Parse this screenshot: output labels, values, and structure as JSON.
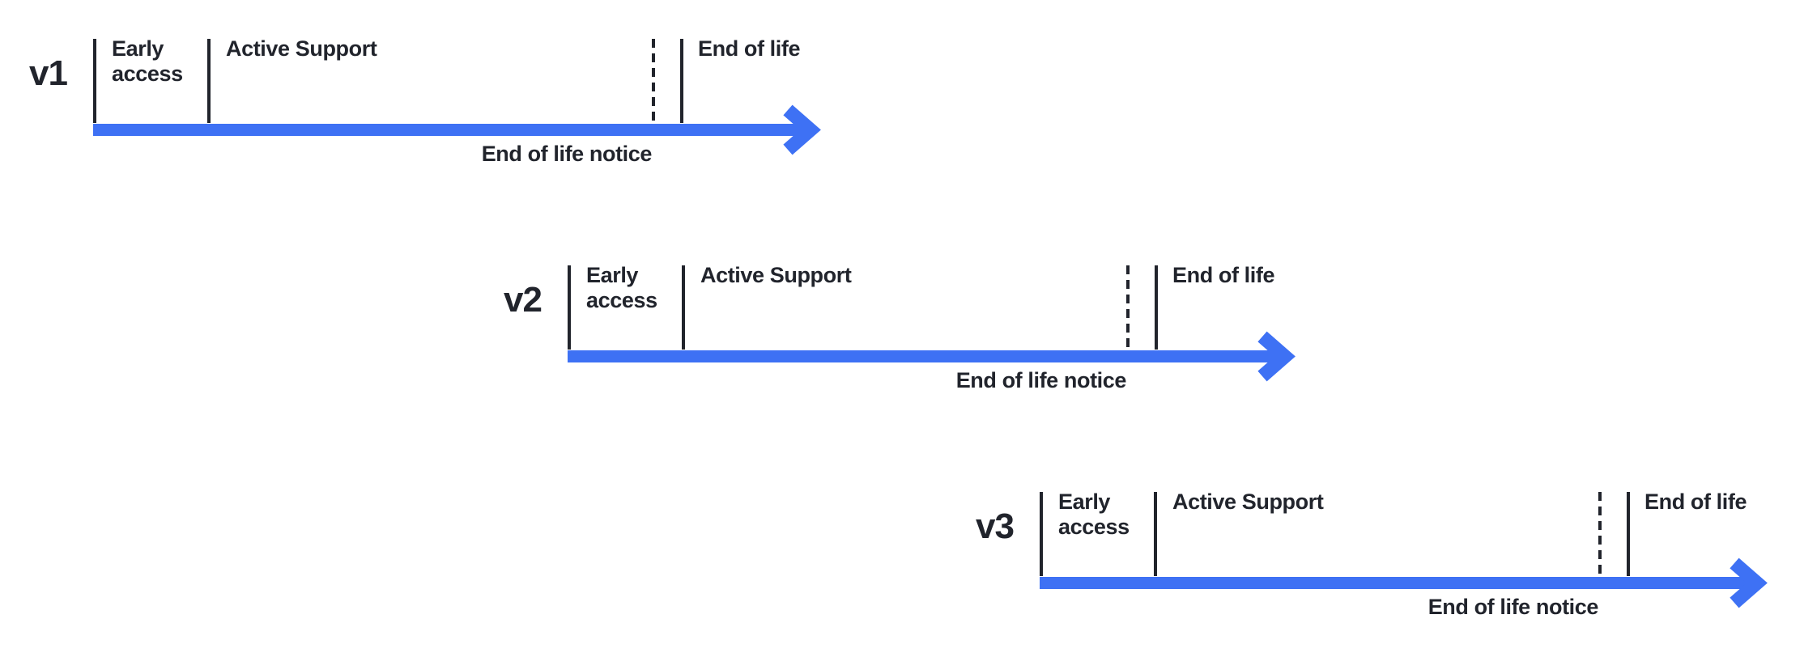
{
  "colors": {
    "arrow": "#3E71F4",
    "ink": "#21242C"
  },
  "timelines": [
    {
      "version": "v1",
      "early_access": "Early access",
      "active_support": "Active Support",
      "end_of_life": "End of life",
      "end_of_life_notice": "End of life notice"
    },
    {
      "version": "v2",
      "early_access": "Early access",
      "active_support": "Active Support",
      "end_of_life": "End of life",
      "end_of_life_notice": "End of life notice"
    },
    {
      "version": "v3",
      "early_access": "Early access",
      "active_support": "Active Support",
      "end_of_life": "End of life",
      "end_of_life_notice": "End of life notice"
    }
  ]
}
